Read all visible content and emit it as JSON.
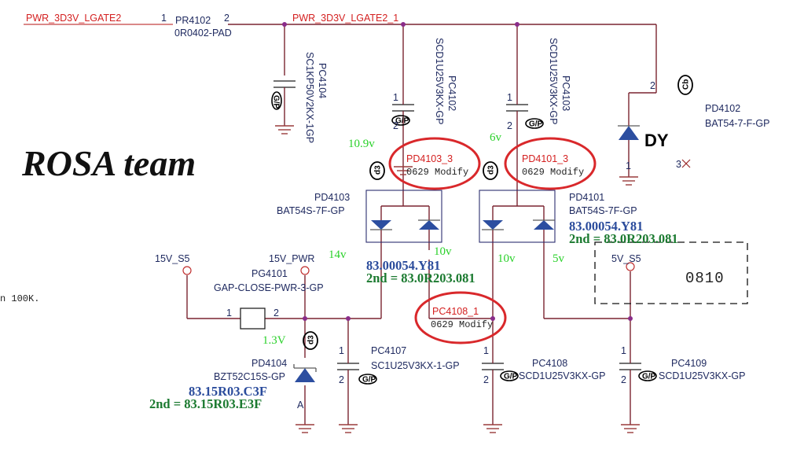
{
  "nets": {
    "pwr_lgate2": "PWR_3D3V_LGATE2",
    "pwr_lgate2_1": "PWR_3D3V_LGATE2_1",
    "v15_s5": "15V_S5",
    "v15_pwr": "15V_PWR",
    "v5_s5": "5V_S5"
  },
  "pins": {
    "p1": "1",
    "p2": "2",
    "p3": "3",
    "a": "A"
  },
  "components": {
    "pr4102": {
      "ref": "PR4102",
      "value": "0R0402-PAD"
    },
    "pc4104": {
      "ref": "PC4104",
      "value": "SC1KP50V2KX-1GP"
    },
    "pc4102": {
      "ref": "PC4102",
      "value": "SCD1U25V3KX-GP"
    },
    "pc4103": {
      "ref": "PC4103",
      "value": "SCD1U25V3KX-GP"
    },
    "pd4102": {
      "ref": "PD4102",
      "value": "BAT54-7-F-GP",
      "flag": "DY"
    },
    "pd4103": {
      "ref": "PD4103",
      "value": "BAT54S-7F-GP"
    },
    "pd4101": {
      "ref": "PD4101",
      "value": "BAT54S-7F-GP"
    },
    "pg4101": {
      "ref": "PG4101",
      "value": "GAP-CLOSE-PWR-3-GP"
    },
    "pc4107": {
      "ref": "PC4107",
      "value": "SC1U25V3KX-1-GP"
    },
    "pc4108": {
      "ref": "PC4108",
      "value": "SCD1U25V3KX-GP"
    },
    "pc4109": {
      "ref": "PC4109",
      "value": "SCD1U25V3KX-GP"
    },
    "pd4104": {
      "ref": "PD4104",
      "value": "BZT52C15S-GP"
    }
  },
  "title": "ROSA team",
  "part_numbers": {
    "pd4103_pn": "83.00054.Y81",
    "pd4103_2nd": "2nd = 83.0R203.081",
    "pd4101_pn": "83.00054.Y81",
    "pd4101_2nd": "2nd = 83.0R203.081",
    "pd4104_pn": "83.15R03.C3F",
    "pd4104_2nd": "2nd = 83.15R03.E3F"
  },
  "voltages": {
    "v10_9": "10.9v",
    "v6": "6v",
    "v14": "14v",
    "v10_a": "10v",
    "v10_b": "10v",
    "v5": "5v",
    "v1_3": "1.3V"
  },
  "modifications": [
    {
      "ref": "PD4103_3",
      "note": "0629 Modify"
    },
    {
      "ref": "PD4101_3",
      "note": "0629 Modify"
    },
    {
      "ref": "PC4108_1",
      "note": "0629 Modify"
    }
  ],
  "dashed_box_label": "0810",
  "stamps": {
    "gp": "G/P",
    "d3": "d3",
    "cb": "Cb"
  },
  "clipped_note": "n 100K.",
  "colors": {
    "wire": "#7a2430",
    "ref_text": "#1f2a60",
    "net_text": "#d42020",
    "voltage": "#2ad12a",
    "pn_blue": "#2b4c9c",
    "pn_green": "#1b7a30",
    "ring": "#d9282b"
  }
}
